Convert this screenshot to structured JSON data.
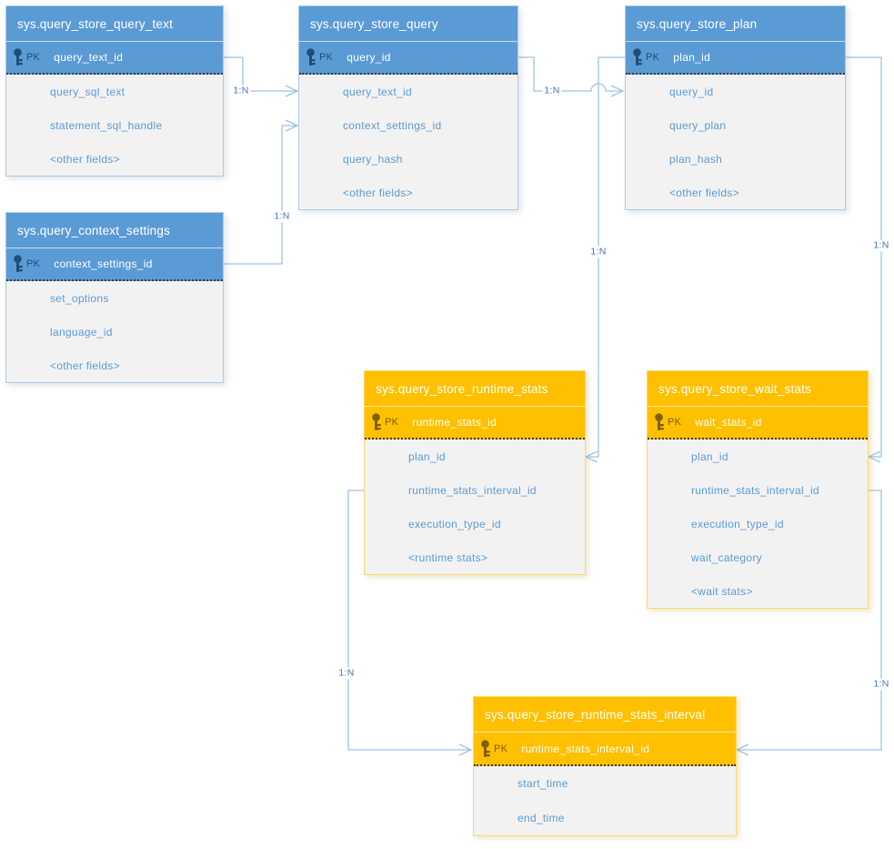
{
  "diagram": {
    "pk_label": "PK",
    "colors": {
      "blue_header": "#5B9BD5",
      "blue_pk_accent": "#1F4E79",
      "orange_header": "#FFC000",
      "orange_pk_accent": "#7F6000",
      "body_background": "#F2F2F2",
      "field_text": "#5B9BD5",
      "connector_line": "#9DC3E6",
      "cardinality_text": "#4472C4"
    },
    "tables": [
      {
        "title": "sys.query_store_query_text",
        "theme": "blue",
        "pk_field": "query_text_id",
        "fields": [
          "query_sql_text",
          "statement_sql_handle",
          "<other fields>"
        ]
      },
      {
        "title": "sys.query_store_query",
        "theme": "blue",
        "pk_field": "query_id",
        "fields": [
          "query_text_id",
          "context_settings_id",
          "query_hash",
          "<other fields>"
        ]
      },
      {
        "title": "sys.query_store_plan",
        "theme": "blue",
        "pk_field": "plan_id",
        "fields": [
          "query_id",
          "query_plan",
          "plan_hash",
          "<other fields>"
        ]
      },
      {
        "title": "sys.query_context_settings",
        "theme": "blue",
        "pk_field": "context_settings_id",
        "fields": [
          "set_options",
          "language_id",
          "<other fields>"
        ]
      },
      {
        "title": "sys.query_store_runtime_stats",
        "theme": "orange",
        "pk_field": "runtime_stats_id",
        "fields": [
          "plan_id",
          "runtime_stats_interval_id",
          "execution_type_id",
          "<runtime stats>"
        ]
      },
      {
        "title": "sys.query_store_wait_stats",
        "theme": "orange",
        "pk_field": "wait_stats_id",
        "fields": [
          "plan_id",
          "runtime_stats_interval_id",
          "execution_type_id",
          "wait_category",
          "<wait stats>"
        ]
      },
      {
        "title": "sys.query_store_runtime_stats_interval",
        "theme": "orange",
        "pk_field": "runtime_stats_interval_id",
        "fields": [
          "start_time",
          "end_time"
        ]
      }
    ],
    "connectors": [
      {
        "label": "1:N",
        "from": "sys.query_store_query_text.query_text_id",
        "to": "sys.query_store_query.query_text_id"
      },
      {
        "label": "1:N",
        "from": "sys.query_context_settings.context_settings_id",
        "to": "sys.query_store_query.context_settings_id"
      },
      {
        "label": "1:N",
        "from": "sys.query_store_query.query_id",
        "to": "sys.query_store_plan.query_id"
      },
      {
        "label": "1:N",
        "from": "sys.query_store_plan.plan_id",
        "to": "sys.query_store_runtime_stats.plan_id"
      },
      {
        "label": "1:N",
        "from": "sys.query_store_plan.plan_id",
        "to": "sys.query_store_wait_stats.plan_id"
      },
      {
        "label": "1:N",
        "from": "sys.query_store_runtime_stats.runtime_stats_interval_id",
        "to": "sys.query_store_runtime_stats_interval.runtime_stats_interval_id"
      },
      {
        "label": "1:N",
        "from": "sys.query_store_wait_stats.runtime_stats_interval_id",
        "to": "sys.query_store_runtime_stats_interval.runtime_stats_interval_id"
      }
    ]
  }
}
